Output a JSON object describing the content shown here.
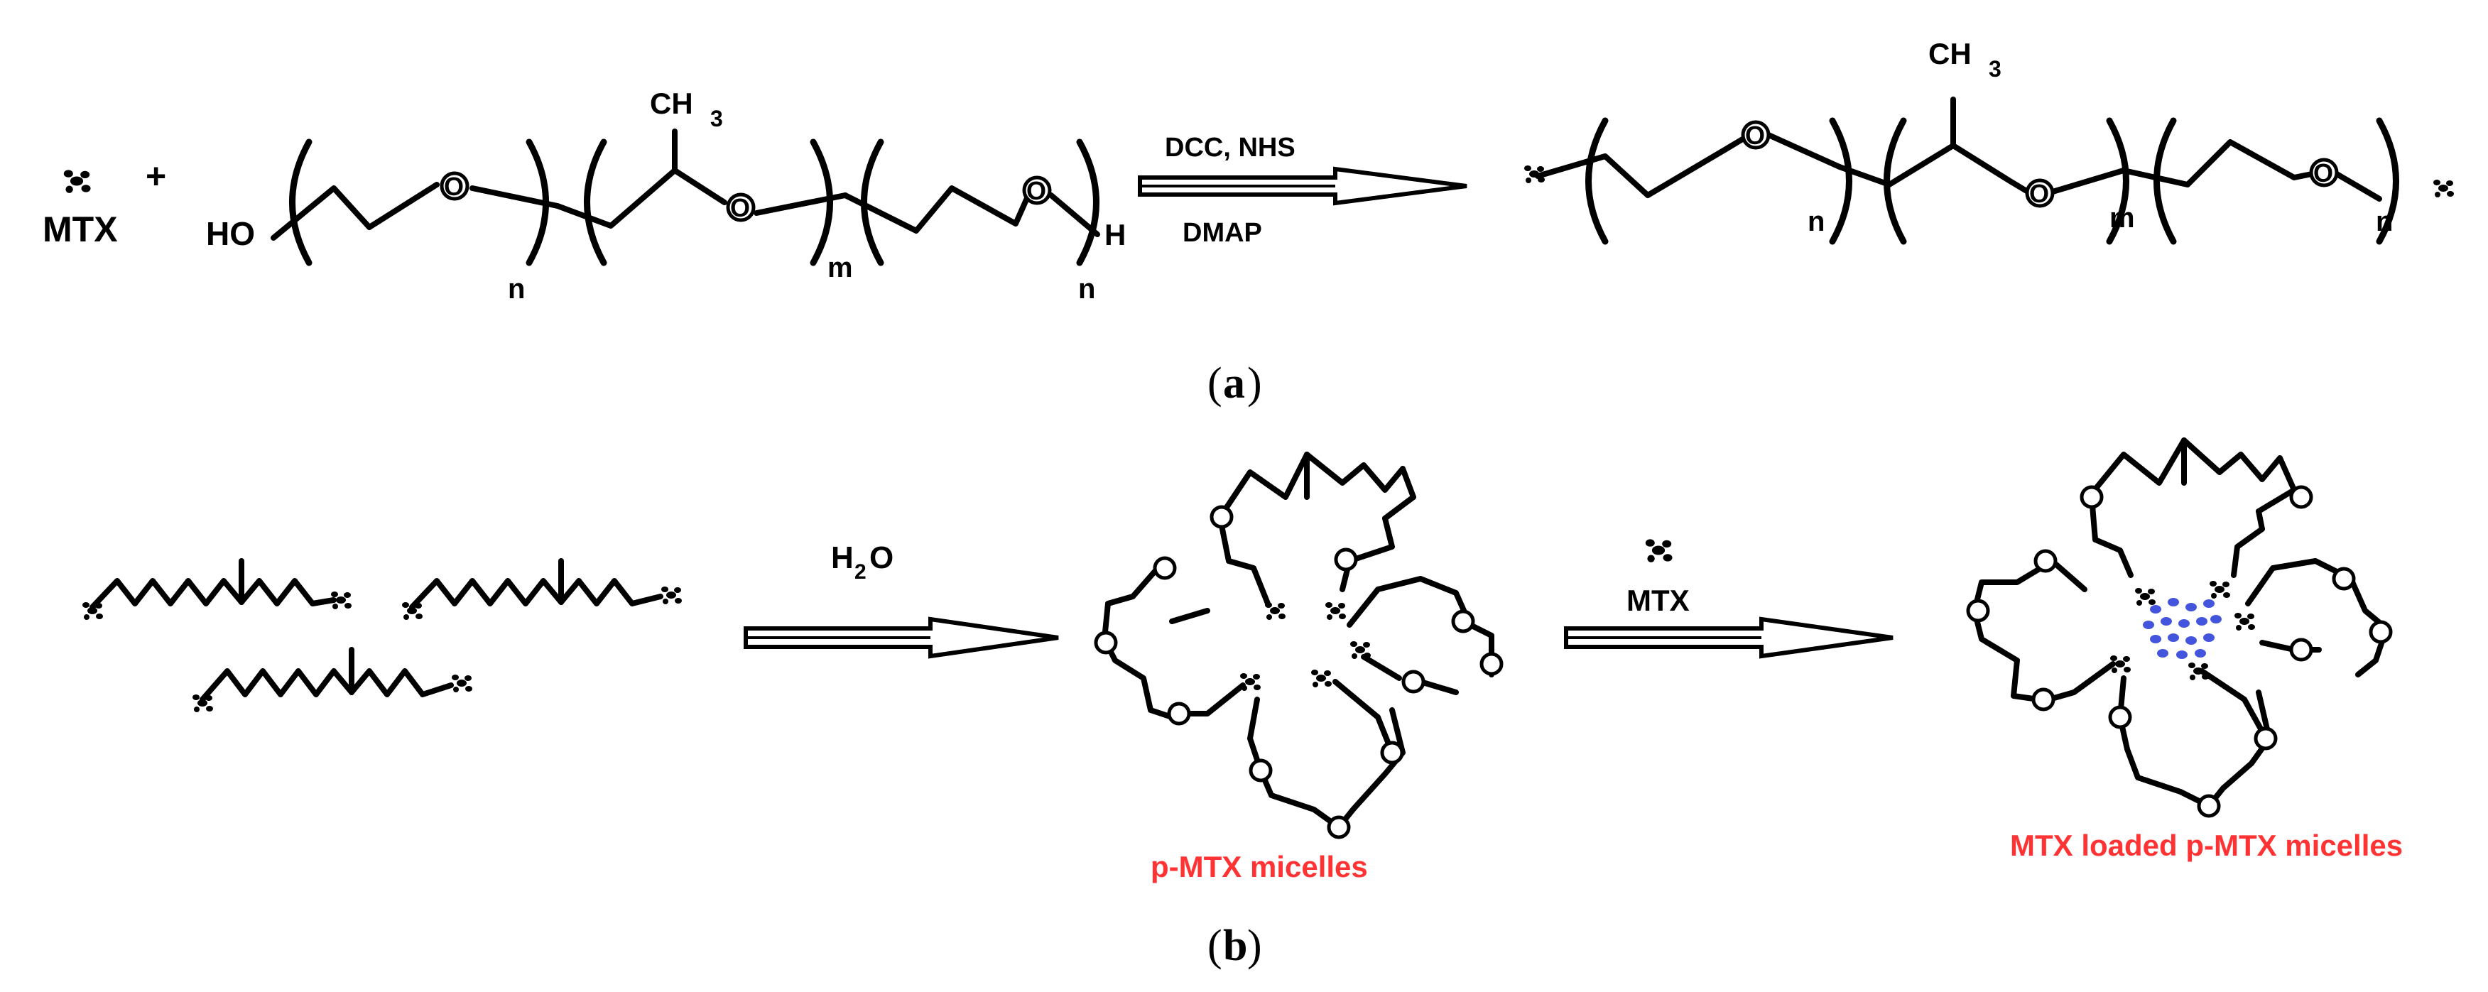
{
  "panel_a": {
    "mtx_label": "MTX",
    "plus": "+",
    "ho": "HO",
    "h_end": "H",
    "oxygen": "O",
    "ch3": "CH",
    "ch3_sub": "3",
    "sub_n": "n",
    "sub_m": "m",
    "reagents_top": "DCC, NHS",
    "reagents_bottom": "DMAP",
    "caption_open": "(",
    "caption_letter": "a",
    "caption_close": ")"
  },
  "panel_b": {
    "water_label": "H",
    "water_sub": "2",
    "water_o": "O",
    "mtx_label": "MTX",
    "micelle_label": "p-MTX micelles",
    "loaded_label": "MTX loaded p-MTX micelles",
    "caption_open": "(",
    "caption_letter": "b",
    "caption_close": ")"
  },
  "colors": {
    "label_red": "#ff3333",
    "drug_dot_blue": "#4455dd"
  }
}
